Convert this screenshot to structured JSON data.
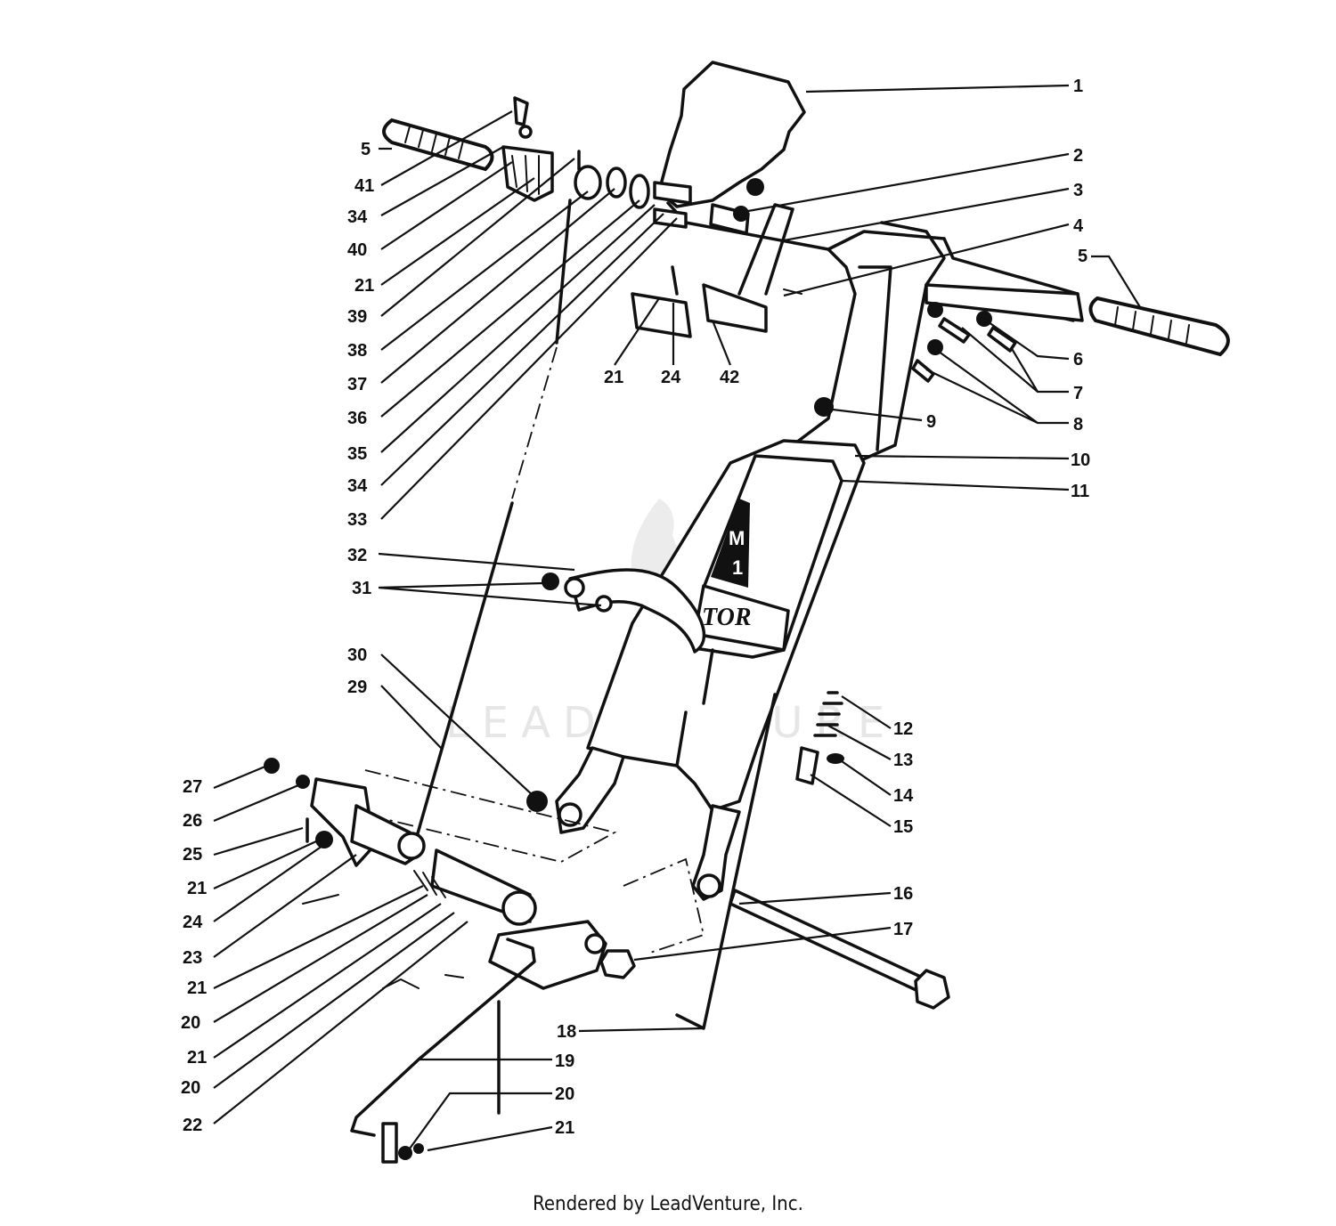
{
  "watermark": "LEADVENTURE",
  "decal_text": {
    "model_line1": "M",
    "model_line2": "1",
    "brand": "TOR"
  },
  "footer": "Rendered by LeadVenture, Inc.",
  "callouts": [
    {
      "id": "c1",
      "label": "1"
    },
    {
      "id": "c2",
      "label": "2"
    },
    {
      "id": "c3",
      "label": "3"
    },
    {
      "id": "c4",
      "label": "4"
    },
    {
      "id": "c5r",
      "label": "5"
    },
    {
      "id": "c6",
      "label": "6"
    },
    {
      "id": "c7",
      "label": "7"
    },
    {
      "id": "c8",
      "label": "8"
    },
    {
      "id": "c9",
      "label": "9"
    },
    {
      "id": "c10",
      "label": "10"
    },
    {
      "id": "c11",
      "label": "11"
    },
    {
      "id": "c5l",
      "label": "5"
    },
    {
      "id": "c41",
      "label": "41"
    },
    {
      "id": "c34a",
      "label": "34"
    },
    {
      "id": "c40",
      "label": "40"
    },
    {
      "id": "c21a",
      "label": "21"
    },
    {
      "id": "c39",
      "label": "39"
    },
    {
      "id": "c38",
      "label": "38"
    },
    {
      "id": "c37",
      "label": "37"
    },
    {
      "id": "c36",
      "label": "36"
    },
    {
      "id": "c35",
      "label": "35"
    },
    {
      "id": "c34b",
      "label": "34"
    },
    {
      "id": "c33",
      "label": "33"
    },
    {
      "id": "c21b",
      "label": "21"
    },
    {
      "id": "c24a",
      "label": "24"
    },
    {
      "id": "c42",
      "label": "42"
    },
    {
      "id": "c32",
      "label": "32"
    },
    {
      "id": "c31",
      "label": "31"
    },
    {
      "id": "c30",
      "label": "30"
    },
    {
      "id": "c29",
      "label": "29"
    },
    {
      "id": "c12",
      "label": "12"
    },
    {
      "id": "c13",
      "label": "13"
    },
    {
      "id": "c14",
      "label": "14"
    },
    {
      "id": "c15",
      "label": "15"
    },
    {
      "id": "c27",
      "label": "27"
    },
    {
      "id": "c26",
      "label": "26"
    },
    {
      "id": "c25",
      "label": "25"
    },
    {
      "id": "c21c",
      "label": "21"
    },
    {
      "id": "c24b",
      "label": "24"
    },
    {
      "id": "c23",
      "label": "23"
    },
    {
      "id": "c21d",
      "label": "21"
    },
    {
      "id": "c20a",
      "label": "20"
    },
    {
      "id": "c21e",
      "label": "21"
    },
    {
      "id": "c20b",
      "label": "20"
    },
    {
      "id": "c22",
      "label": "22"
    },
    {
      "id": "c16",
      "label": "16"
    },
    {
      "id": "c17",
      "label": "17"
    },
    {
      "id": "c18",
      "label": "18"
    },
    {
      "id": "c19",
      "label": "19"
    },
    {
      "id": "c20c",
      "label": "20"
    },
    {
      "id": "c21f",
      "label": "21"
    }
  ]
}
